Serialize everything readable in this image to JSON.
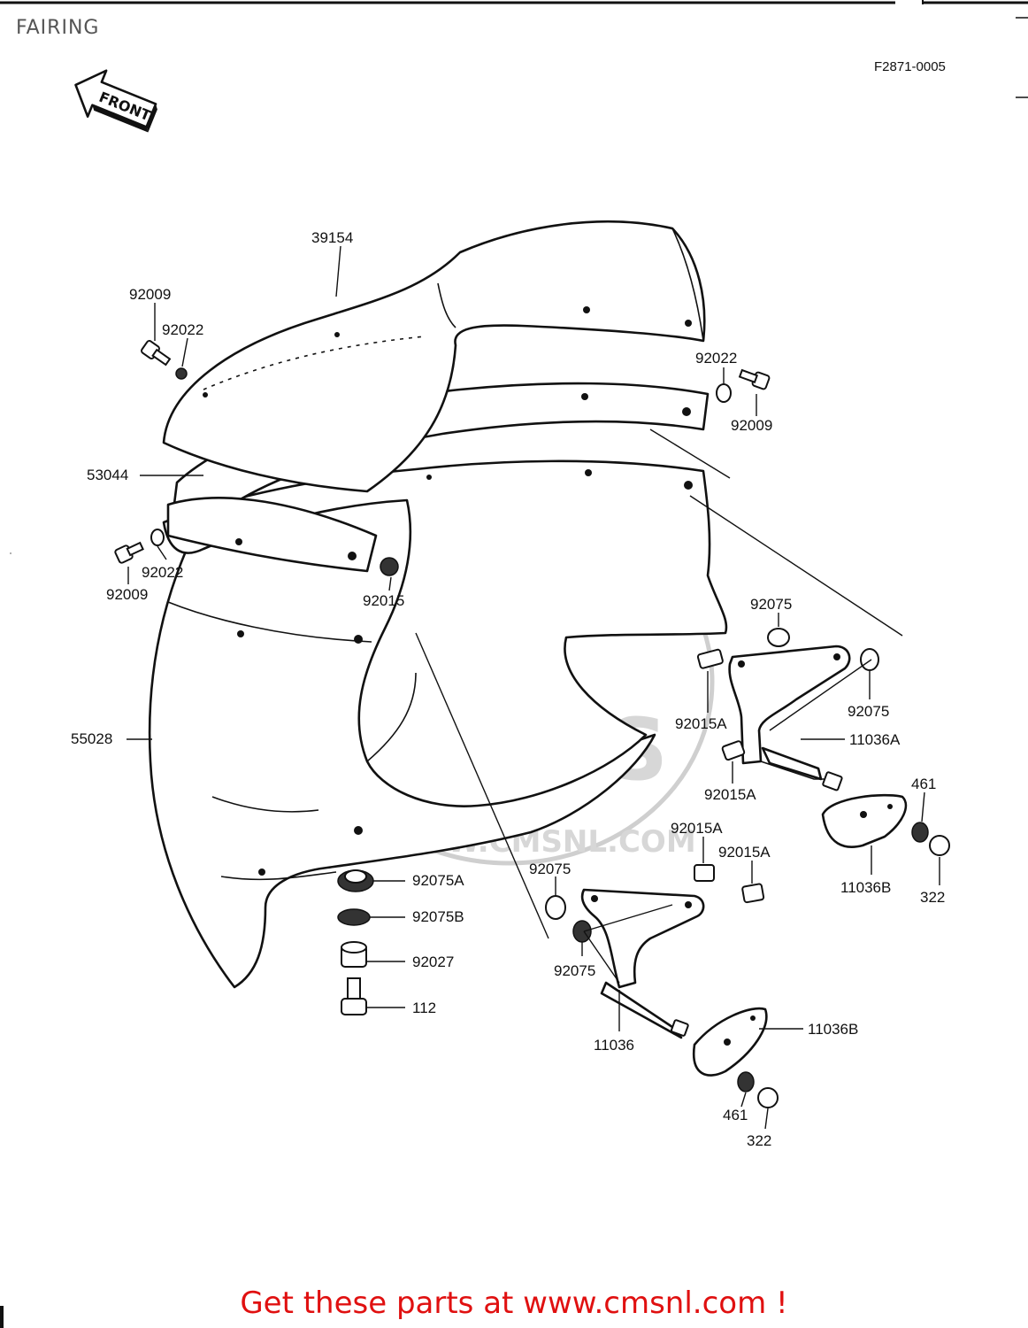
{
  "title": "FAIRING",
  "figure_code": "F2871-0005",
  "front_arrow_label": "FRONT",
  "watermark": {
    "logo": "CMS",
    "url": "WWW.CMSNL.COM"
  },
  "part_labels": [
    {
      "id": "p39154",
      "text": "39154"
    },
    {
      "id": "p92009a",
      "text": "92009"
    },
    {
      "id": "p92022a",
      "text": "92022"
    },
    {
      "id": "p92022b",
      "text": "92022"
    },
    {
      "id": "p92009b",
      "text": "92009"
    },
    {
      "id": "p53044",
      "text": "53044"
    },
    {
      "id": "p92022c",
      "text": "92022"
    },
    {
      "id": "p92009c",
      "text": "92009"
    },
    {
      "id": "p92015",
      "text": "92015"
    },
    {
      "id": "p55028",
      "text": "55028"
    },
    {
      "id": "p92075a",
      "text": "92075"
    },
    {
      "id": "p92075b",
      "text": "92075"
    },
    {
      "id": "p92015Aa",
      "text": "92015A"
    },
    {
      "id": "p11036A",
      "text": "11036A"
    },
    {
      "id": "p92015Ab",
      "text": "92015A"
    },
    {
      "id": "p461a",
      "text": "461"
    },
    {
      "id": "p11036Ba",
      "text": "11036B"
    },
    {
      "id": "p322a",
      "text": "322"
    },
    {
      "id": "p92015Ac",
      "text": "92015A"
    },
    {
      "id": "p92015Ad",
      "text": "92015A"
    },
    {
      "id": "p92075c",
      "text": "92075"
    },
    {
      "id": "p92075A",
      "text": "92075A"
    },
    {
      "id": "p92075B",
      "text": "92075B"
    },
    {
      "id": "p92027",
      "text": "92027"
    },
    {
      "id": "p112",
      "text": "112"
    },
    {
      "id": "p92075d",
      "text": "92075"
    },
    {
      "id": "p11036",
      "text": "11036"
    },
    {
      "id": "p11036Bb",
      "text": "11036B"
    },
    {
      "id": "p461b",
      "text": "461"
    },
    {
      "id": "p322b",
      "text": "322"
    }
  ],
  "footer_text": "Get these parts at www.cmsnl.com !"
}
